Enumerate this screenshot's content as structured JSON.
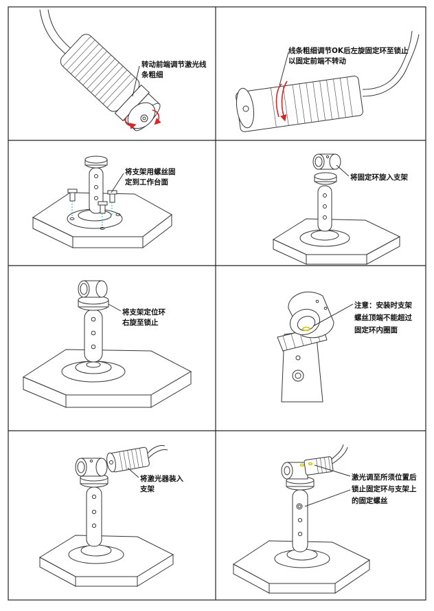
{
  "panels": [
    {
      "label_lines": [
        "转动前端调节激光线",
        "条粗细"
      ]
    },
    {
      "label_lines": [
        "线条粗细调节OK后左旋固定环至锁止",
        "以固定前端不转动"
      ]
    },
    {
      "label_lines": [
        "将支架用螺丝固",
        "定到工作台面"
      ]
    },
    {
      "label_lines": [
        "将固定环旋入支架"
      ]
    },
    {
      "label_lines": [
        "将支架定位环",
        "右旋至锁止"
      ]
    },
    {
      "label_lines": [
        "注意：安装时支架",
        "螺丝顶端不能超过",
        "固定环内圈面"
      ]
    },
    {
      "label_lines": [
        "将激光器装入",
        "支架"
      ]
    },
    {
      "label_lines": [
        "激光调至所须位置后",
        "锁止固定环与支架上",
        "的固定螺丝"
      ]
    }
  ],
  "colors": {
    "arrow": "#d22222",
    "screw_path": "#19b8c9",
    "highlight": "#d4c300"
  }
}
